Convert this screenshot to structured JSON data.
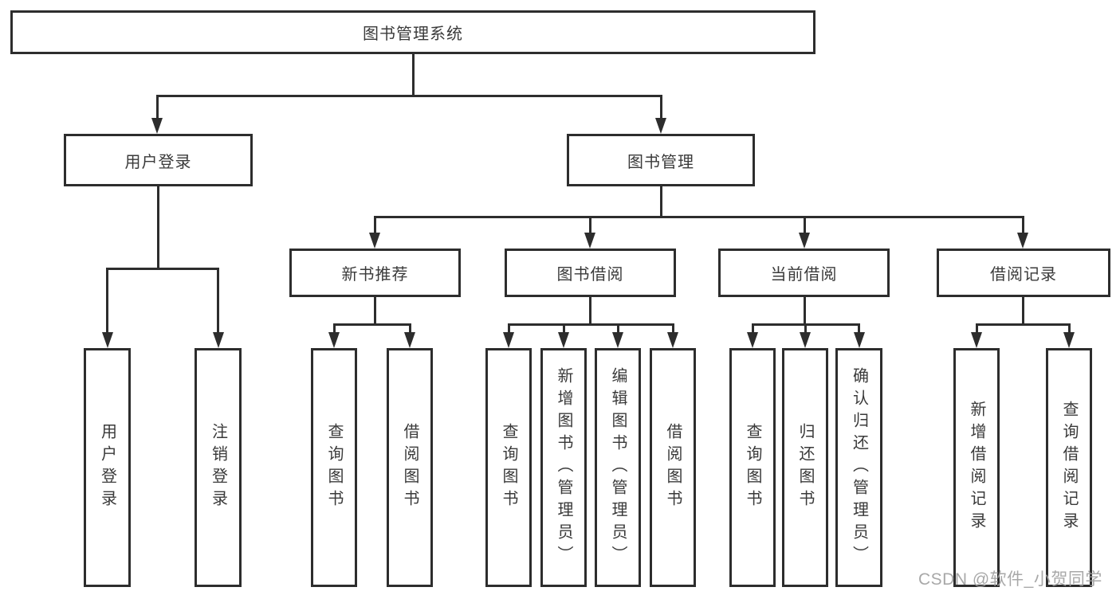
{
  "tree": {
    "root": "图书管理系统",
    "level2": [
      "用户登录",
      "图书管理"
    ],
    "level3": [
      "新书推荐",
      "图书借阅",
      "当前借阅",
      "借阅记录"
    ],
    "leaves": {
      "login_group": [
        "用户登录",
        "注销登录"
      ],
      "new_book_group": [
        "查询图书",
        "借阅图书"
      ],
      "borrow_group": [
        "查询图书",
        "新增图书（管理员）",
        "编辑图书（管理员）",
        "借阅图书"
      ],
      "current_group": [
        "查询图书",
        "归还图书",
        "确认归还（管理员）"
      ],
      "record_group": [
        "新增借阅记录",
        "查询借阅记录"
      ]
    }
  },
  "watermark": "CSDN @软件_小贺同学",
  "colors": {
    "line": "#2d2d2d",
    "text": "#3a3a3a",
    "watermark": "#9e9e9e",
    "background": "#ffffff"
  }
}
